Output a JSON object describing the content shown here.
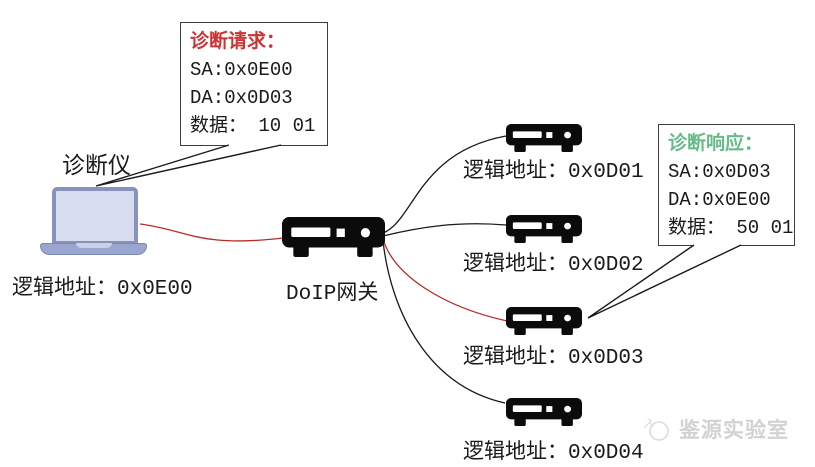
{
  "diagram": {
    "request_box": {
      "title": "诊断请求：",
      "sa": "SA:0x0E00",
      "da": "DA:0x0D03",
      "data_line": "数据： 10 01"
    },
    "response_box": {
      "title": "诊断响应：",
      "sa": "SA:0x0D03",
      "da": "DA:0x0E00",
      "data_line": "数据： 50 01"
    },
    "tester": {
      "label": "诊断仪",
      "address_label": "逻辑地址：0x0E00"
    },
    "gateway": {
      "label": "DoIP网关"
    },
    "ecus": [
      {
        "address_label": "逻辑地址：0x0D01"
      },
      {
        "address_label": "逻辑地址：0x0D02"
      },
      {
        "address_label": "逻辑地址：0x0D03"
      },
      {
        "address_label": "逻辑地址：0x0D04"
      }
    ],
    "watermark": {
      "text": "鉴源实验室"
    },
    "colors": {
      "request_accent": "#cc3333",
      "response_accent": "#66bb88",
      "line_red": "#b92b2b",
      "line_black": "#1a1a1a",
      "laptop_frame": "#8793ba",
      "laptop_screen": "#d7ddef"
    }
  }
}
